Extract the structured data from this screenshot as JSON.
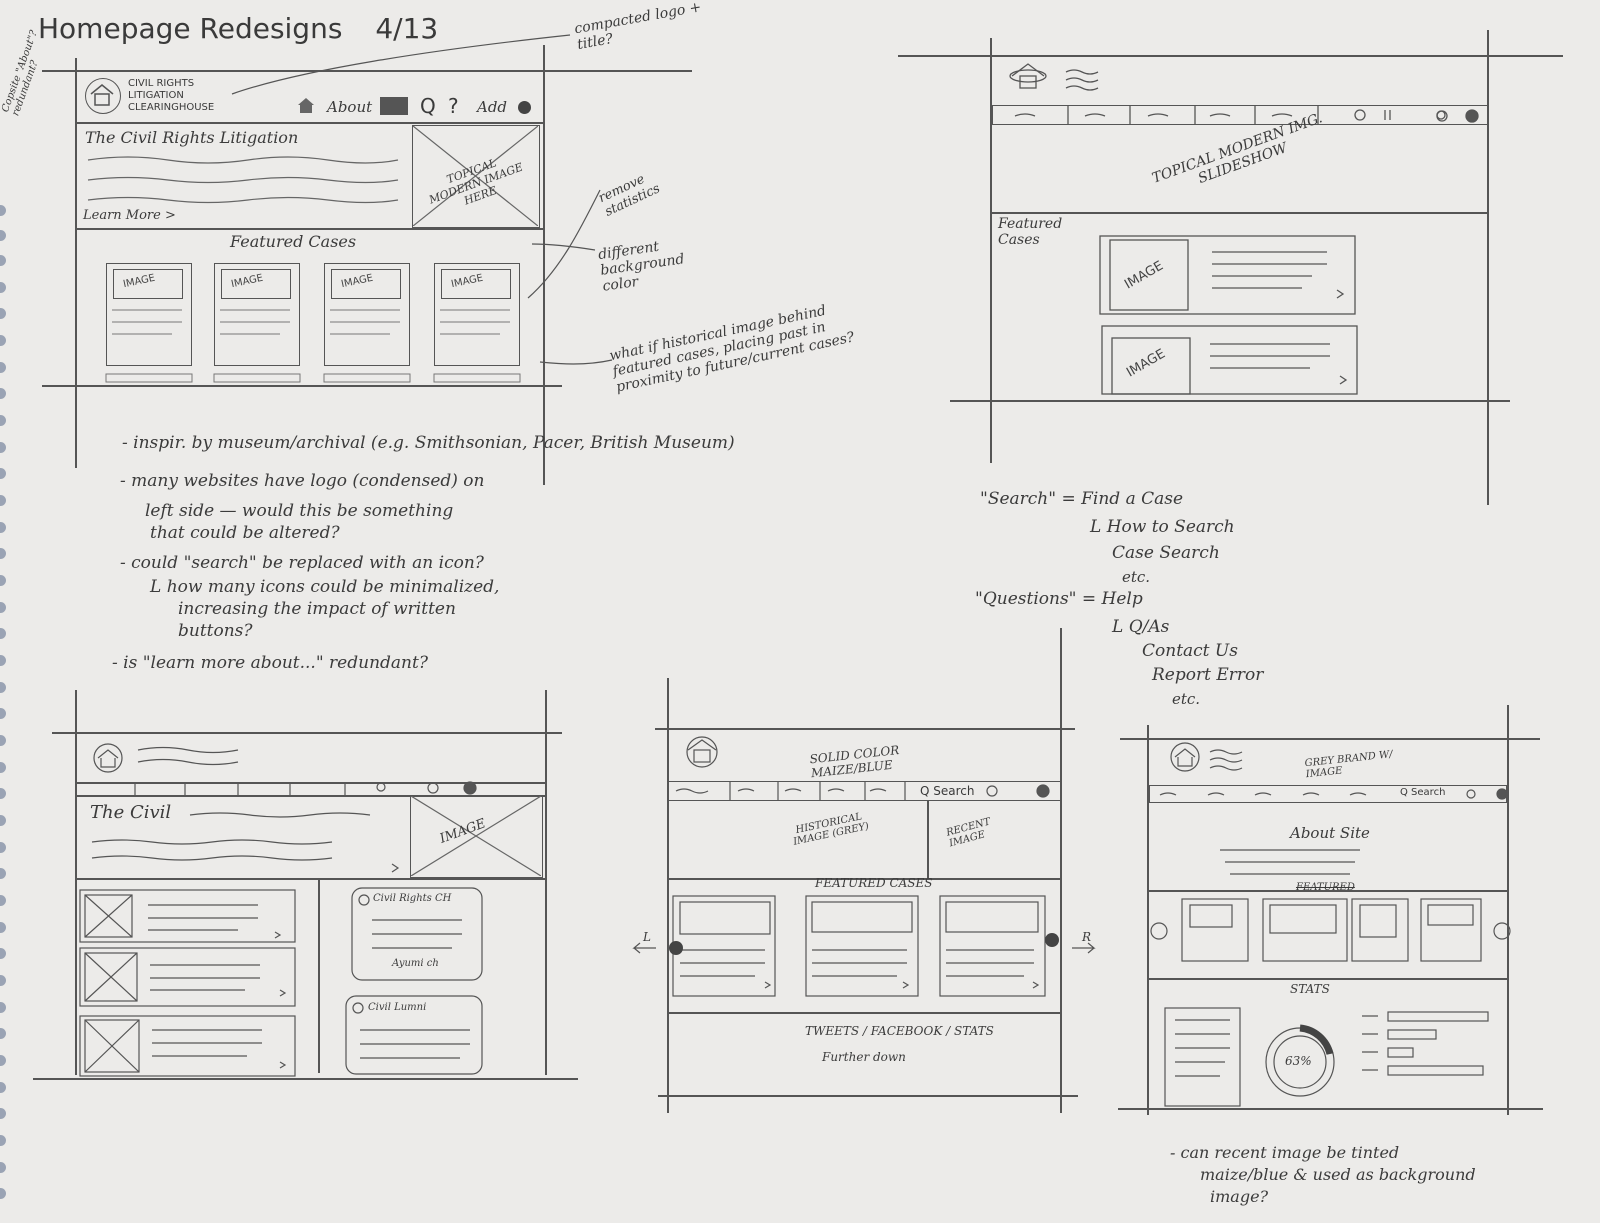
{
  "page": {
    "title": "Homepage Redesigns",
    "date": "4/13"
  },
  "sketch1": {
    "logo_line1": "CIVIL RIGHTS",
    "logo_line2": "LITIGATION",
    "logo_line3": "CLEARINGHOUSE",
    "nav_about": "About",
    "nav_add": "Add",
    "hero_title": "The Civil Rights Litigation",
    "hero_image": "TOPICAL MODERN IMAGE HERE",
    "learn_more": "Learn More >",
    "featured_label": "Featured Cases",
    "card_image_label": "IMAGE",
    "card_image_label_alt": "IMAGE",
    "side_note": "Copsite \"About\"? redundant?"
  },
  "annotations": {
    "compacted": "compacted logo + title?",
    "remove_stats": "remove statistics",
    "bg_color": "different background color",
    "historical": "what if historical image behind featured cases, placing past in proximity to future/current cases?"
  },
  "notes": [
    "- inspir. by museum/archival (e.g. Smithsonian, Pacer, British Museum)",
    "- many websites have logo (condensed) on",
    "left side — would this be something",
    "that could be altered?",
    "- could \"search\" be replaced with an icon?",
    "L how many icons could be minimalized,",
    "increasing the impact of written",
    "buttons?",
    "- is \"learn more about...\" redundant?"
  ],
  "sketch2": {
    "hero": "TOPICAL MODERN IMG. SLIDESHOW",
    "featured_label": "Featured Cases",
    "card_image_label": "IMAGE"
  },
  "glossary": {
    "search": "\"Search\" = Find a Case",
    "search_1": "L How to Search",
    "search_2": "Case Search",
    "search_3": "etc.",
    "questions": "\"Questions\" = Help",
    "questions_1": "L Q/As",
    "questions_2": "Contact Us",
    "questions_3": "Report Error",
    "questions_4": "etc."
  },
  "sketch3": {
    "hero_title": "The Civil",
    "hero_image": "IMAGE",
    "side_card_1": "Civil Rights CH",
    "side_card_1_sub": "Ayumi ch",
    "side_card_2": "Civil Lumni"
  },
  "sketch4": {
    "header_note": "SOLID COLOR MAIZE/BLUE",
    "search_label": "Q Search",
    "historical": "HISTORICAL IMAGE (GREY)",
    "recent": "RECENT IMAGE",
    "featured_label": "FEATURED CASES",
    "left_label": "L",
    "right_label": "R",
    "footer": "TWEETS / FACEBOOK / STATS",
    "footer_2": "Further down"
  },
  "sketch5": {
    "header_note": "GREY BRAND W/ IMAGE",
    "search_label": "Q Search",
    "about": "About Site",
    "featured_label": "FEATURED",
    "stats_label": "STATS",
    "gauge_value": "63%"
  },
  "bottom_note": {
    "line1": "- can recent image be tinted",
    "line2": "maize/blue & used as background",
    "line3": "image?"
  }
}
